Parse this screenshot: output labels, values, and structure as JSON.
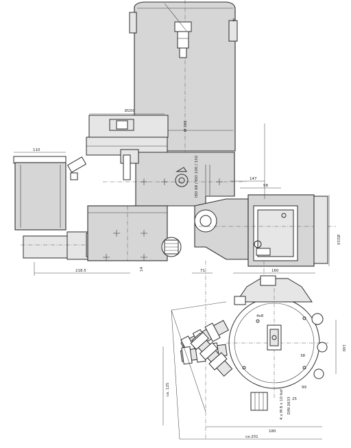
{
  "dimensions": {
    "top_width": "Ø200",
    "vessel_diameter": "Ø 365",
    "motor_head_width": "110",
    "motor_length": "218.5",
    "height_14": "14",
    "dim_147": "147",
    "dim_58": "58",
    "dim_71": "71",
    "dim_160": "160",
    "dim_diameter_210": "Ø210",
    "dim_100": "100",
    "dim_99": "99",
    "dim_180": "180",
    "dim_ca_201": "ca.201",
    "dim_ca_125": "ca. 125",
    "dim_25": "25",
    "dim_38": "38",
    "dim_4x8": "4x8"
  },
  "annotations": {
    "shaft_note": "ISO 68 / ISO 100 / 150",
    "flange_note": "DIN 2633",
    "bore_note": "4 x M 8 x 10 tief"
  }
}
